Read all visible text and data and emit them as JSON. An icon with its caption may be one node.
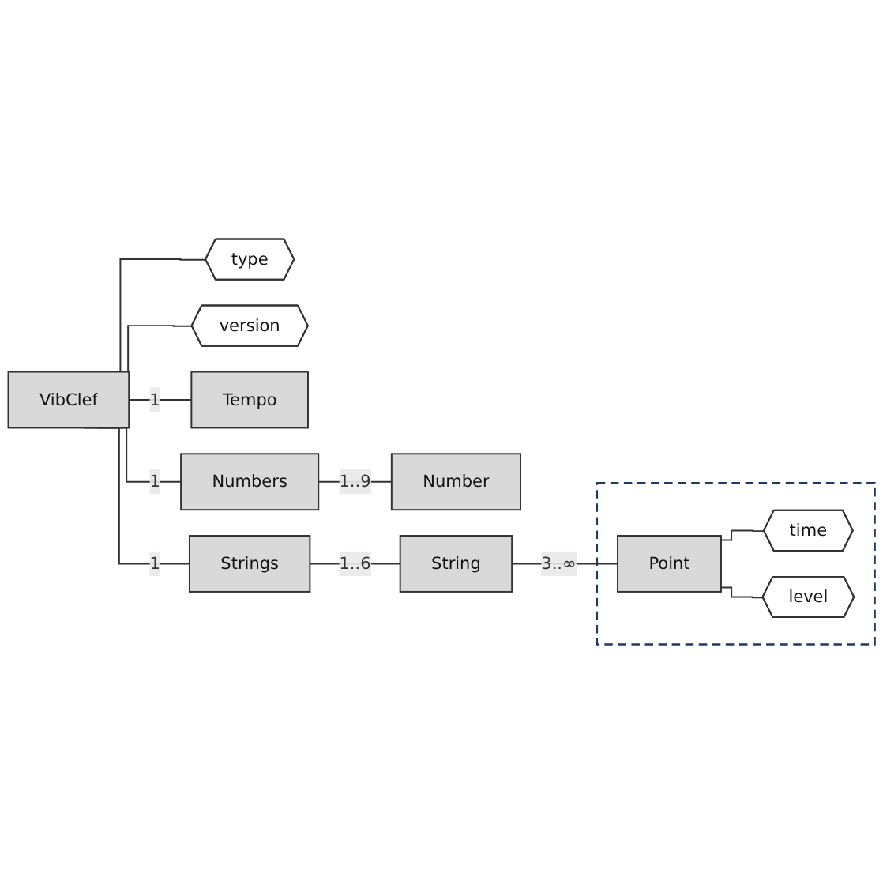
{
  "diagram": {
    "nodes": [
      {
        "text": [
          "VibClef"
        ]
      },
      {
        "text": [
          "type"
        ]
      },
      {
        "text": [
          "version"
        ]
      },
      {
        "text": [
          "Tempo"
        ]
      },
      {
        "text": [
          "Numbers"
        ]
      },
      {
        "text": [
          "Number"
        ]
      },
      {
        "text": [
          "Strings"
        ]
      },
      {
        "text": [
          "String"
        ]
      },
      {
        "text": [],
        "shape": "box"
      },
      {
        "text": [
          "Point"
        ],
        "in": 8
      },
      {
        "text": [
          "time"
        ],
        "in": 8
      },
      {
        "text": [
          "level"
        ],
        "in": 8
      }
    ],
    "edges": [
      {
        "from": 0,
        "to": 1,
        "arrow": "none"
      },
      {
        "from": 0,
        "to": 2,
        "arrow": "none"
      },
      {
        "from": 0,
        "to": 3,
        "arrow": "none",
        "label": "1"
      },
      {
        "from": 0,
        "to": 4,
        "arrow": "none",
        "label": "1"
      },
      {
        "from": 4,
        "to": 5,
        "arrow": "none",
        "label": "1..9"
      },
      {
        "from": 0,
        "to": 6,
        "arrow": "none",
        "label": "1"
      },
      {
        "from": 6,
        "to": 7,
        "arrow": "none",
        "label": "1..6"
      },
      {
        "from": 7,
        "to": 9,
        "arrow": "none",
        "label": "3..∞"
      },
      {
        "from": 9,
        "to": 10,
        "arrow": "none"
      },
      {
        "from": 9,
        "to": 11,
        "arrow": "none"
      }
    ]
  }
}
